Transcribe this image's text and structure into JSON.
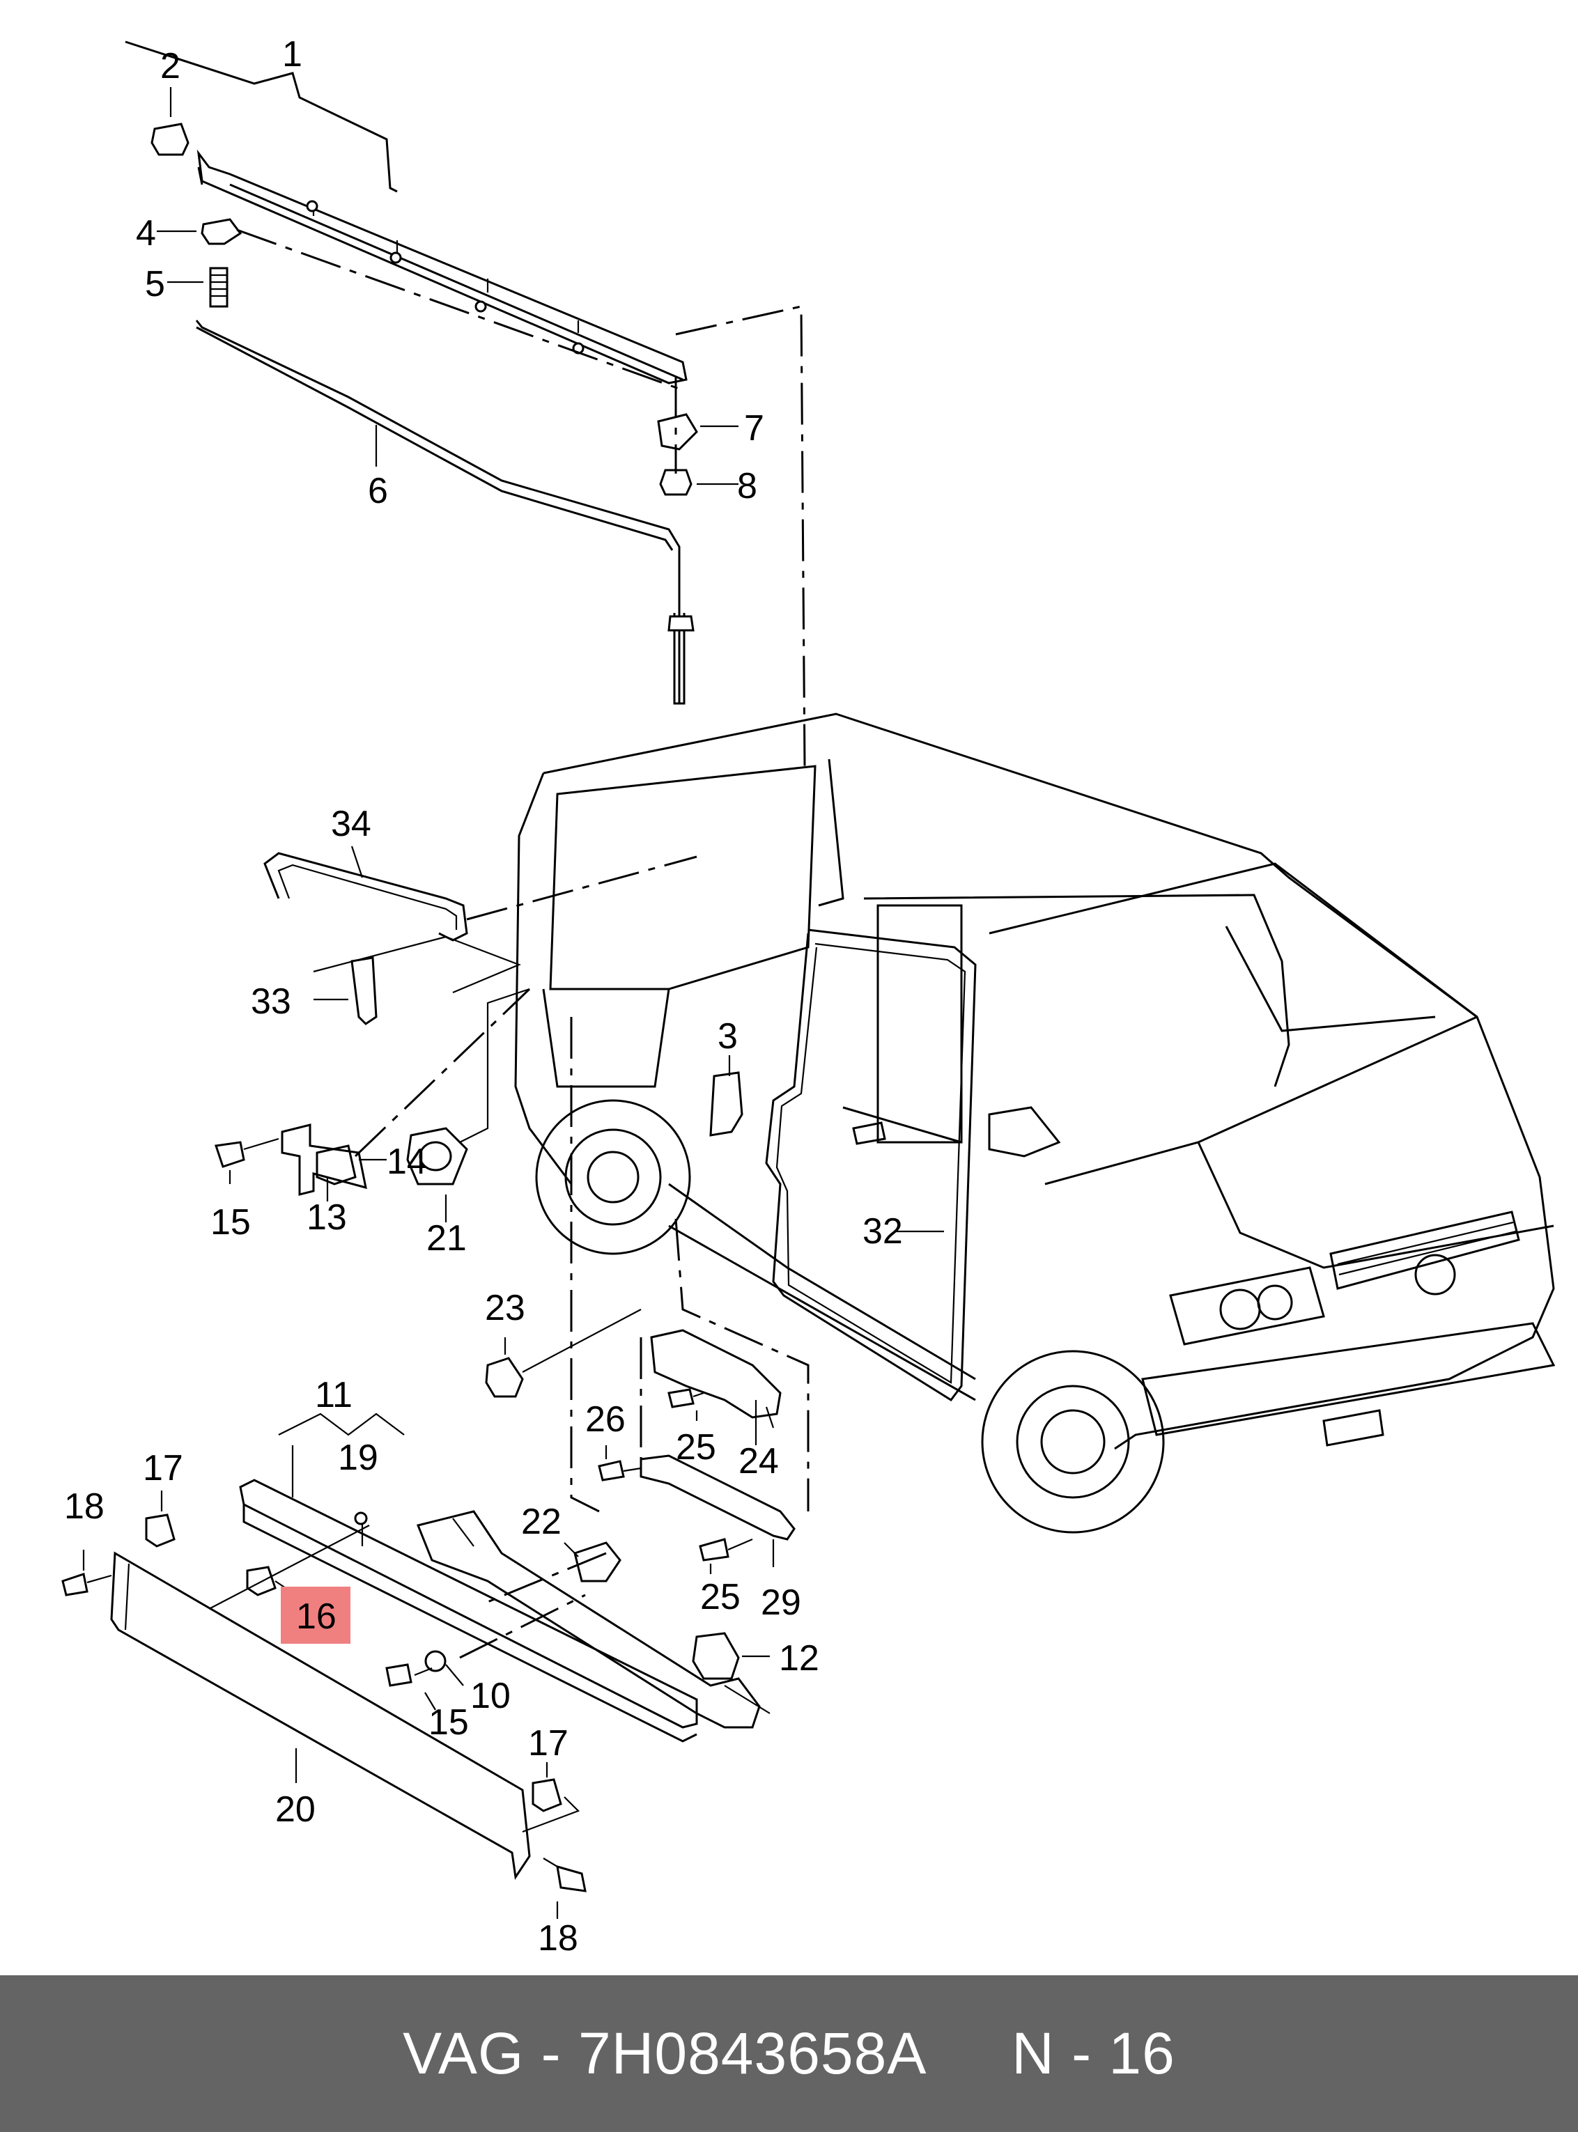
{
  "diagram": {
    "callouts": [
      "1",
      "2",
      "3",
      "4",
      "5",
      "6",
      "7",
      "8",
      "10",
      "11",
      "12",
      "13",
      "14",
      "15",
      "15",
      "16",
      "17",
      "17",
      "18",
      "18",
      "19",
      "20",
      "21",
      "22",
      "23",
      "24",
      "25",
      "25",
      "26",
      "29",
      "32",
      "33",
      "34"
    ],
    "highlighted_callout": "16",
    "highlight_color": "#f08080"
  },
  "footer": {
    "brand": "VAG",
    "separator": " - ",
    "part_number": "7H0843658A",
    "ref_label": "N - 16",
    "background": "#646464",
    "text_color": "#ffffff"
  }
}
